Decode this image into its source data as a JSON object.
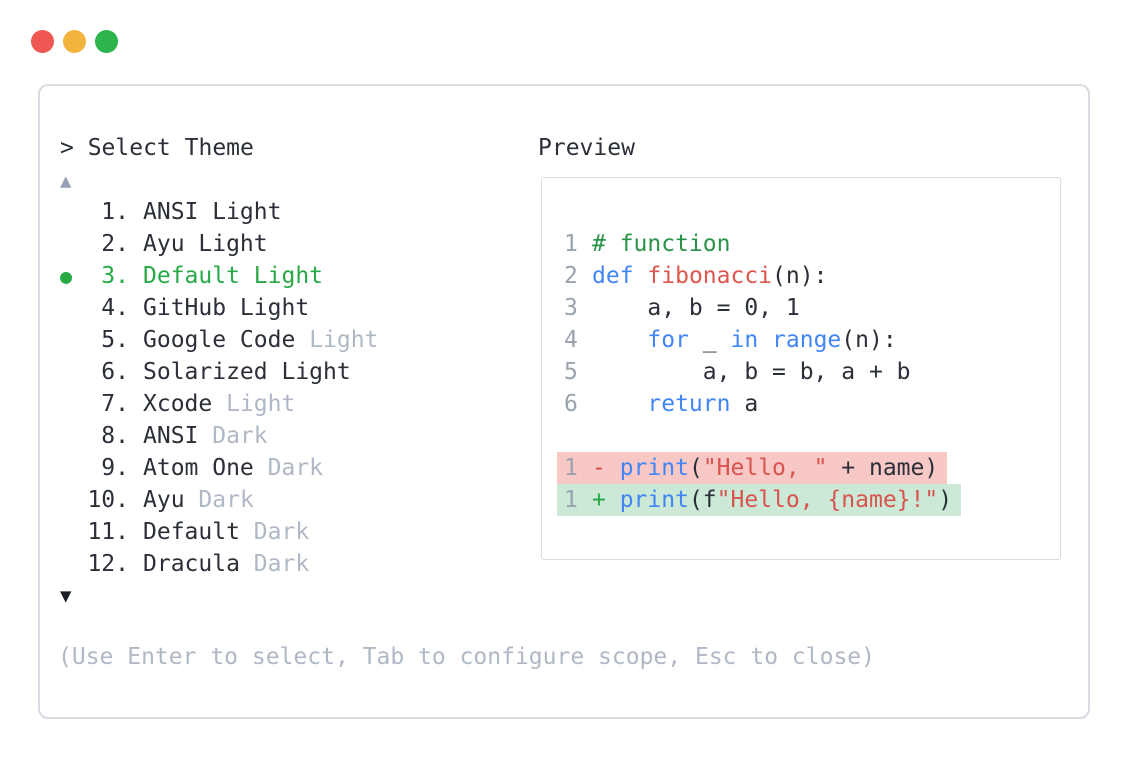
{
  "window": {
    "dots": [
      "close",
      "minimize",
      "zoom"
    ]
  },
  "colors": {
    "text": "#2b2f38",
    "muted": "#b0b8c6",
    "border": "#d7dbe2",
    "accent_green": "#27a945",
    "line_number": "#9aa2ae",
    "comment": "#2b9348",
    "keyword": "#4285f4",
    "function_name": "#dd564e",
    "string": "#d9534f",
    "diff_minus": "#d94a43",
    "diff_plus": "#27a945",
    "removed_bg": "#f7c8c6",
    "added_bg": "#cbe9d6",
    "dot_red": "#ef5753",
    "dot_yellow": "#f3b43e",
    "dot_green": "#2db44c",
    "arrow_up": "#96a1b5",
    "arrow_down": "#1a1e25"
  },
  "theme_picker": {
    "prompt": "> Select Theme",
    "scroll_up_indicator": "▲",
    "scroll_down_indicator": "▼",
    "selected_marker": "●",
    "items": [
      {
        "number": "1.",
        "name": "ANSI Light",
        "variant": "",
        "selected": false
      },
      {
        "number": "2.",
        "name": "Ayu Light",
        "variant": "",
        "selected": false
      },
      {
        "number": "3.",
        "name": "Default Light",
        "variant": "",
        "selected": true
      },
      {
        "number": "4.",
        "name": "GitHub Light",
        "variant": "",
        "selected": false
      },
      {
        "number": "5.",
        "name": "Google Code",
        "variant": "Light",
        "selected": false
      },
      {
        "number": "6.",
        "name": "Solarized Light",
        "variant": "",
        "selected": false
      },
      {
        "number": "7.",
        "name": "Xcode",
        "variant": "Light",
        "selected": false
      },
      {
        "number": "8.",
        "name": "ANSI",
        "variant": "Dark",
        "selected": false
      },
      {
        "number": "9.",
        "name": "Atom One",
        "variant": "Dark",
        "selected": false
      },
      {
        "number": "10.",
        "name": "Ayu",
        "variant": "Dark",
        "selected": false
      },
      {
        "number": "11.",
        "name": "Default",
        "variant": "Dark",
        "selected": false
      },
      {
        "number": "12.",
        "name": "Dracula",
        "variant": "Dark",
        "selected": false
      }
    ],
    "hint": "(Use Enter to select, Tab to configure scope, Esc to close)"
  },
  "preview": {
    "title": "Preview",
    "code_lines": [
      {
        "num": "1",
        "diff": "",
        "tokens": [
          {
            "text": "# function",
            "type": "comment"
          }
        ]
      },
      {
        "num": "2",
        "diff": "",
        "tokens": [
          {
            "text": "def",
            "type": "keyword"
          },
          {
            "text": " ",
            "type": "plain"
          },
          {
            "text": "fibonacci",
            "type": "function"
          },
          {
            "text": "(n):",
            "type": "plain"
          }
        ]
      },
      {
        "num": "3",
        "diff": "",
        "tokens": [
          {
            "text": "    a, b = 0, 1",
            "type": "plain"
          }
        ]
      },
      {
        "num": "4",
        "diff": "",
        "tokens": [
          {
            "text": "    ",
            "type": "plain"
          },
          {
            "text": "for",
            "type": "keyword"
          },
          {
            "text": " _ ",
            "type": "plain"
          },
          {
            "text": "in",
            "type": "keyword"
          },
          {
            "text": " ",
            "type": "plain"
          },
          {
            "text": "range",
            "type": "keyword"
          },
          {
            "text": "(n):",
            "type": "plain"
          }
        ]
      },
      {
        "num": "5",
        "diff": "",
        "tokens": [
          {
            "text": "        a, b = b, a + b",
            "type": "plain"
          }
        ]
      },
      {
        "num": "6",
        "diff": "",
        "tokens": [
          {
            "text": "    ",
            "type": "plain"
          },
          {
            "text": "return",
            "type": "keyword"
          },
          {
            "text": " a",
            "type": "plain"
          }
        ]
      },
      {
        "num": "",
        "diff": "",
        "tokens": []
      },
      {
        "num": "1",
        "diff": "removed",
        "tokens": [
          {
            "text": "- ",
            "type": "diff_minus"
          },
          {
            "text": "print",
            "type": "keyword"
          },
          {
            "text": "(",
            "type": "plain"
          },
          {
            "text": "\"Hello, \"",
            "type": "string"
          },
          {
            "text": " + name)",
            "type": "plain"
          }
        ]
      },
      {
        "num": "1",
        "diff": "added",
        "tokens": [
          {
            "text": "+ ",
            "type": "diff_plus"
          },
          {
            "text": "print",
            "type": "keyword"
          },
          {
            "text": "(f",
            "type": "plain"
          },
          {
            "text": "\"Hello, {name}!\"",
            "type": "string"
          },
          {
            "text": ")",
            "type": "plain"
          }
        ]
      }
    ]
  }
}
